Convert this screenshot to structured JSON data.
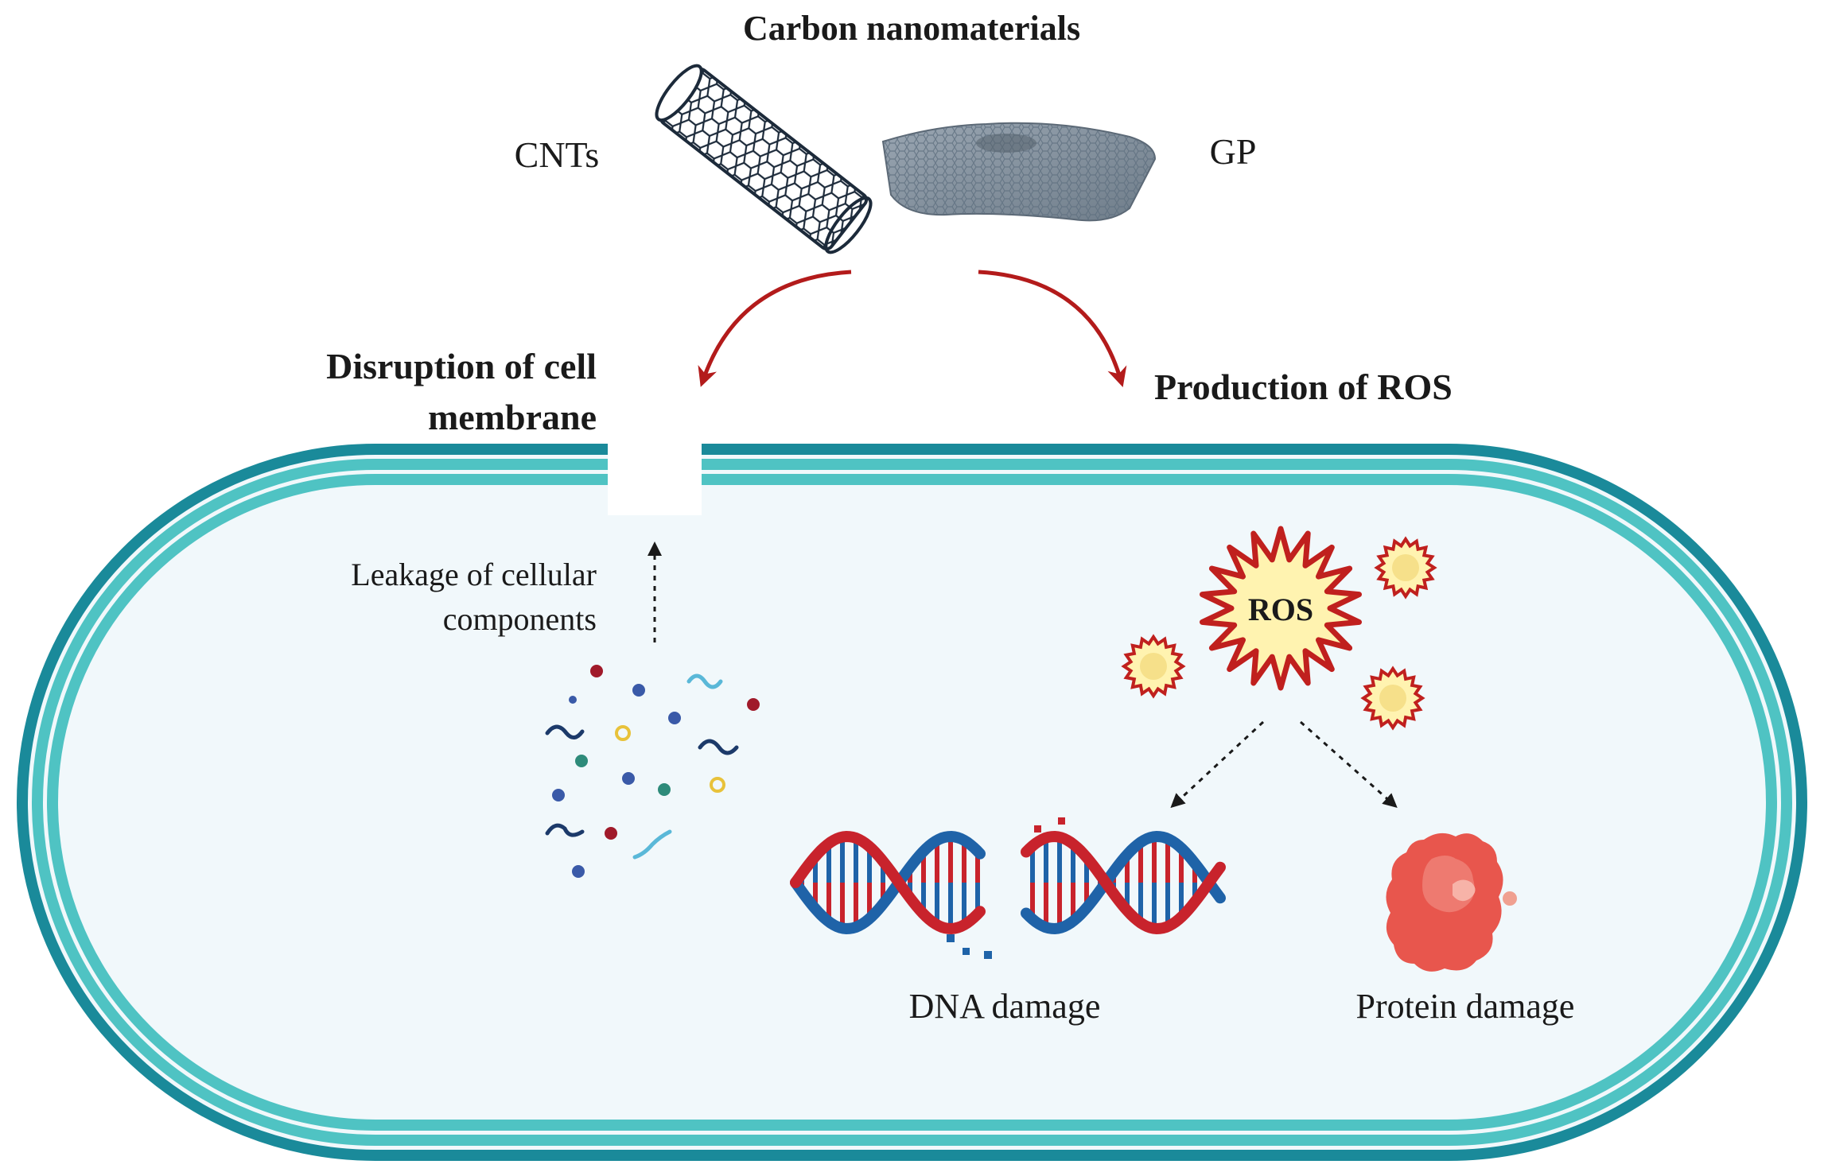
{
  "title": "Carbon nanomaterials",
  "materials": {
    "left": "CNTs",
    "right": "GP"
  },
  "mechanisms": {
    "membrane_line1": "Disruption of cell",
    "membrane_line2": "membrane",
    "ros": "Production of ROS"
  },
  "leakage": {
    "line1": "Leakage of cellular",
    "line2": "components"
  },
  "ros_badge": "ROS",
  "outcomes": {
    "dna": "DNA damage",
    "protein": "Protein damage"
  },
  "colors": {
    "membrane_dark": "#1a8a9a",
    "membrane_light": "#4fc3c3",
    "cytoplasm": "#f1f8fb",
    "arrow_red": "#b31b1b",
    "ros_fill": "#fff3b0",
    "ros_stroke": "#c0201e",
    "dna_red": "#c8232c",
    "dna_blue": "#1f63a8",
    "protein": "#e8564d"
  }
}
